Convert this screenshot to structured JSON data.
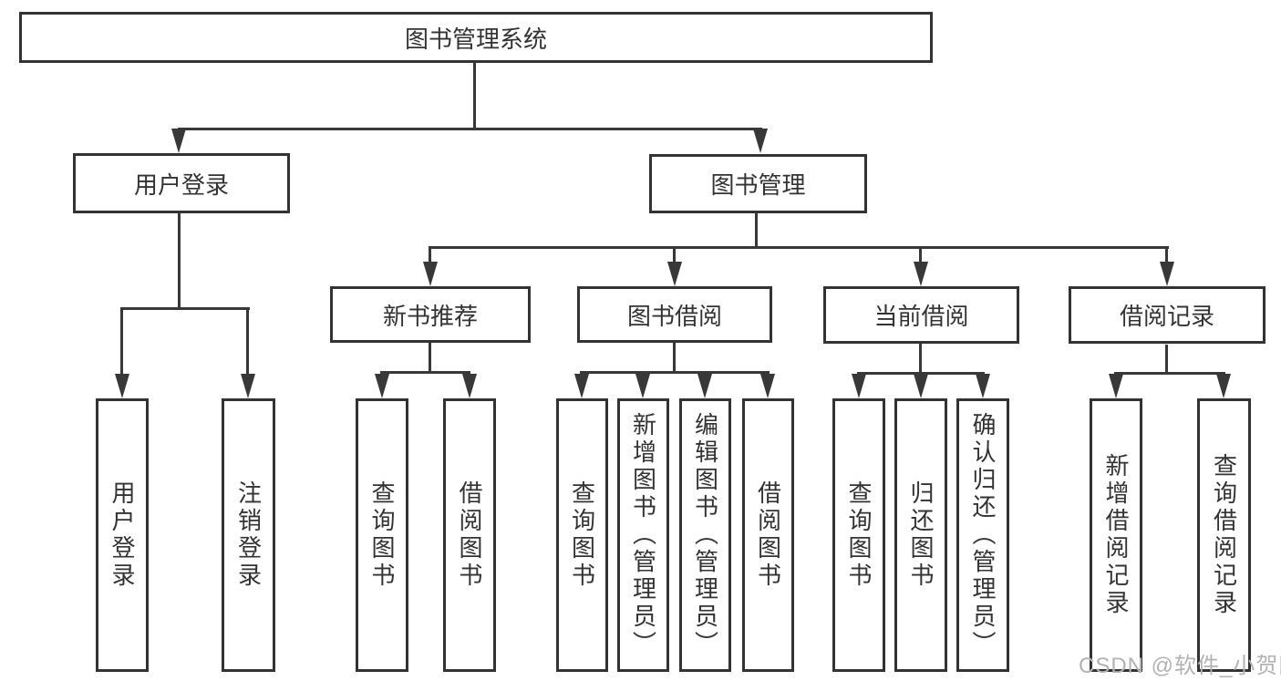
{
  "colors": {
    "line": "#383838",
    "box_border": "#333333",
    "text": "#333333",
    "watermark": "#b3b3b3",
    "background": "#ffffff"
  },
  "diagram": {
    "title": "图书管理系统",
    "branches": {
      "user_login": {
        "label": "用户登录",
        "children": {
          "login": "用户登录",
          "logout": "注销登录"
        }
      },
      "book_management": {
        "label": "图书管理",
        "sections": {
          "new_book_recommendation": {
            "label": "新书推荐",
            "children": {
              "query_books": "查询图书",
              "borrow_books": "借阅图书"
            }
          },
          "book_borrowing": {
            "label": "图书借阅",
            "children": {
              "query_books": "查询图书",
              "add_books": "新增图书（管理员）",
              "edit_books": "编辑图书（管理员）",
              "borrow_books": "借阅图书"
            }
          },
          "current_borrowing": {
            "label": "当前借阅",
            "children": {
              "query_books": "查询图书",
              "return_books": "归还图书",
              "confirm_return": "确认归还（管理员）"
            }
          },
          "borrowing_records": {
            "label": "借阅记录",
            "children": {
              "add_record": "新增借阅记录",
              "query_record": "查询借阅记录"
            }
          }
        }
      }
    }
  },
  "watermark": "CSDN @软件_小贺同学"
}
